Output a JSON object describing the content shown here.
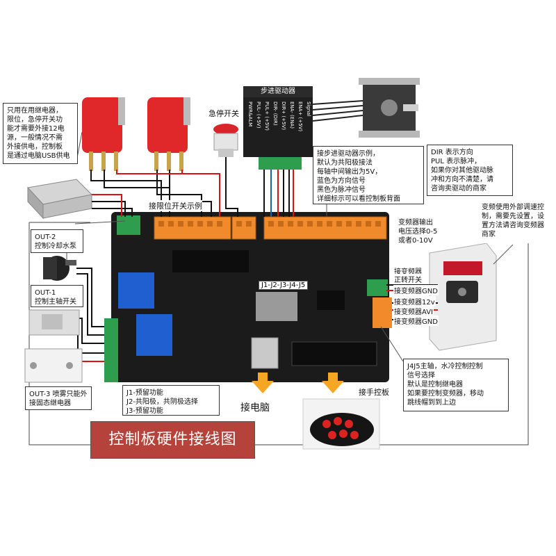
{
  "title": "控制板硬件接线图",
  "callouts": {
    "relay_power": [
      "只用在用继电器，",
      "限位，急停开关功",
      "能才需要外接12电",
      "源，一般情况不需",
      "外接供电，控制板",
      "是通过电脑USB供电"
    ],
    "driver_example": [
      "接步进驱动器示例，",
      "默认为共阳极接法",
      "每轴中间输出为5V，",
      "蓝色为方向信号",
      "黑色为脉冲信号",
      "详细标示可以看控制板背面"
    ],
    "dir_pul": [
      "DIR 表示方向",
      "PUL 表示脉冲，",
      "如果你对其他驱动脉",
      "冲和方向不清楚，请",
      "咨询卖驱动的商家"
    ],
    "vfd_note": [
      "变频使用外部调速控",
      "制，需要先设置，设",
      "置方法请咨询变频器",
      "商家"
    ],
    "vfd_voltage": [
      "变频器输出",
      "电压选择0-5",
      "或者0-10V"
    ],
    "out2": [
      "OUT-2",
      "控制冷却水泵"
    ],
    "out1": [
      "OUT-1",
      "控制主轴开关"
    ],
    "out3": [
      "OUT-3 喷雾只能外",
      "接固态继电器"
    ],
    "jumpers": [
      "J1-预留功能",
      "J2-共阳极，共阴极选择",
      "J3-预留功能"
    ],
    "j4j5": [
      "J4J5主轴，水冷控制控制",
      "信号选择",
      "默认是控制继电器",
      "如果要控制变频器，移动",
      "跳线帽到到上边"
    ]
  },
  "labels": {
    "estop": "急停开关",
    "driver": "步进驱动器",
    "limit_example": "接限位开关示例",
    "jumper_row": "J1-J2-J3-J4-J5",
    "pc": "接电脑",
    "pendant": "接手控板"
  },
  "vfd_terminals": [
    "接变频器",
    "正转开关",
    "接变频器GND",
    "接变频器12v",
    "接变频器AVI",
    "接变频器GND"
  ],
  "driver_pins": [
    "PWR&ALM",
    "PUL- (+5V)",
    "PUL+ (+5V)",
    "DIR- (DIR)",
    "DIR+ (+5V)",
    "ENA- (ENA)",
    "ENA+ (+5V)",
    "Signal"
  ],
  "colors": {
    "title_bg": "#b5433b",
    "arrow": "#f5a623",
    "board": "#1b1b1b",
    "terminal": "#f08a2a",
    "terminal_green": "#2e9d4e",
    "wire_red": "#d11",
    "wire_blue": "#1a5fb4"
  }
}
